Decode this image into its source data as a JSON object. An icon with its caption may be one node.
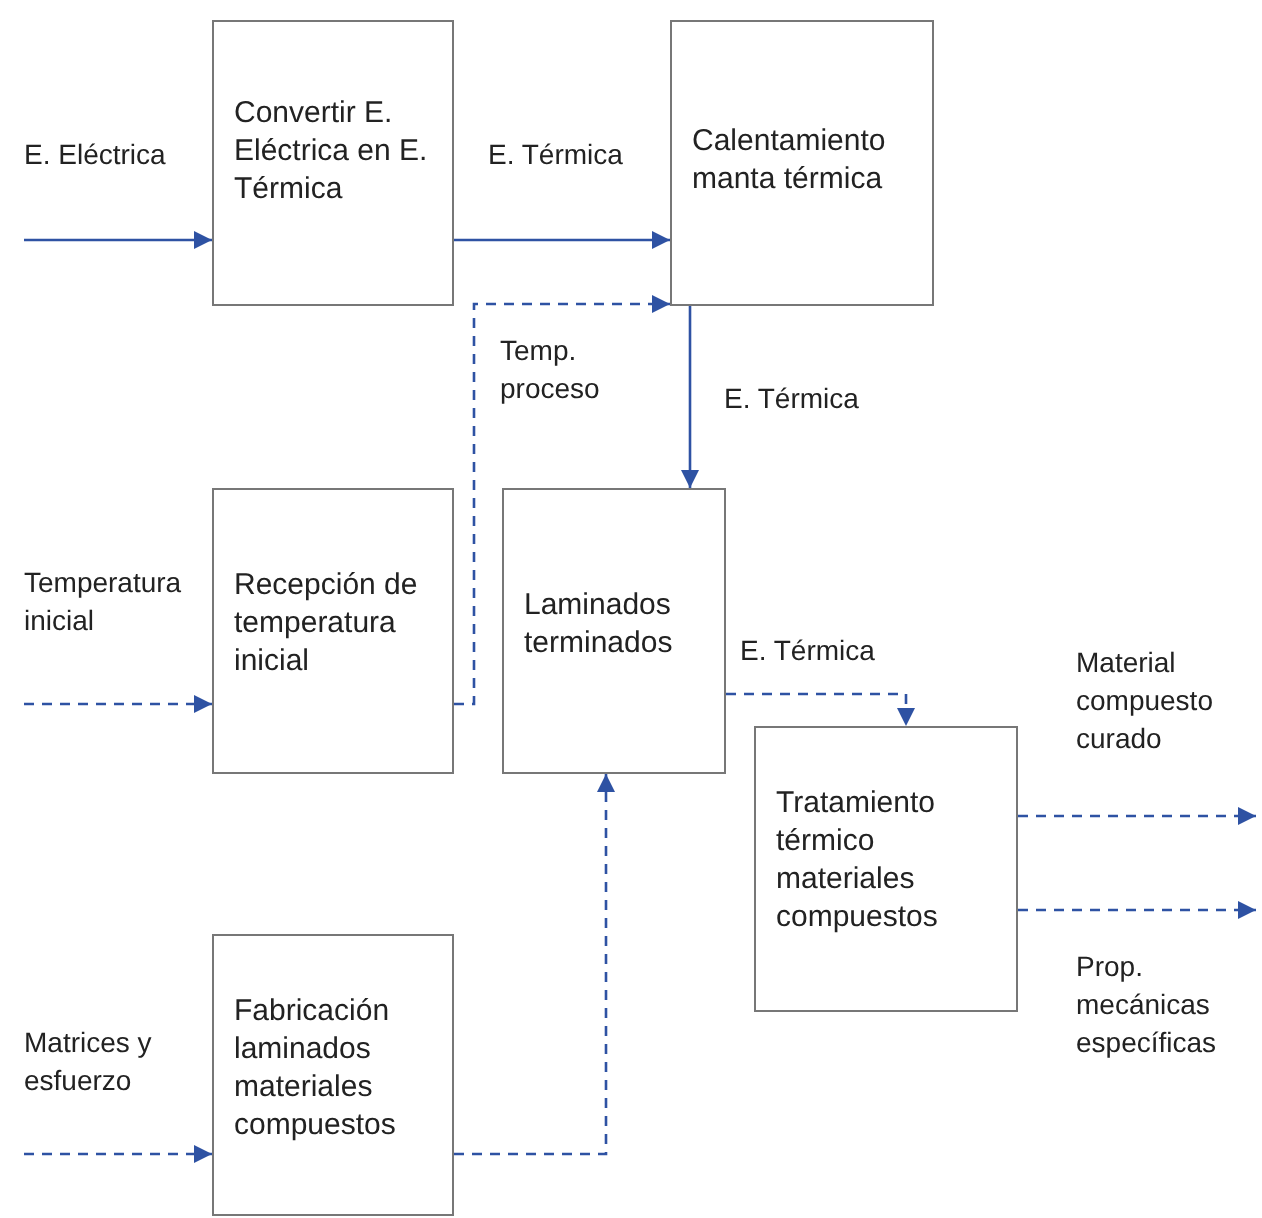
{
  "diagram": {
    "nodes": [
      {
        "text": [
          "Convertir E. Eléctrica en E. Térmica"
        ]
      },
      {
        "text": [
          "Calentamiento manta térmica"
        ]
      },
      {
        "text": [
          "Recepción de temperatura inicial"
        ]
      },
      {
        "text": [
          "Laminados terminados"
        ]
      },
      {
        "text": [
          "Tratamiento térmico materiales compuestos"
        ]
      },
      {
        "text": [
          "Fabricación laminados materiales compuestos"
        ]
      }
    ],
    "edges": [
      {
        "from": null,
        "to": 0,
        "arrow": "to",
        "label": "E. Eléctrica"
      },
      {
        "from": 0,
        "to": 1,
        "arrow": "to",
        "label": "E. Térmica"
      },
      {
        "from": 2,
        "to": 1,
        "arrow": "to",
        "label": "Temp. proceso",
        "style": "dashed"
      },
      {
        "from": 1,
        "to": 3,
        "arrow": "to",
        "label": "E. Térmica"
      },
      {
        "from": null,
        "to": 2,
        "arrow": "to",
        "label": "Temperatura inicial",
        "style": "dashed"
      },
      {
        "from": 3,
        "to": 4,
        "arrow": "to",
        "label": "E. Térmica",
        "style": "dashed"
      },
      {
        "from": 5,
        "to": 3,
        "arrow": "to",
        "style": "dashed"
      },
      {
        "from": null,
        "to": 5,
        "arrow": "to",
        "label": "Matrices y esfuerzo",
        "style": "dashed"
      },
      {
        "from": 4,
        "to": null,
        "arrow": "to",
        "label": "Material compuesto curado",
        "style": "dashed"
      },
      {
        "from": 4,
        "to": null,
        "arrow": "to",
        "label": "Prop. mecánicas específicas",
        "style": "dashed"
      }
    ]
  }
}
